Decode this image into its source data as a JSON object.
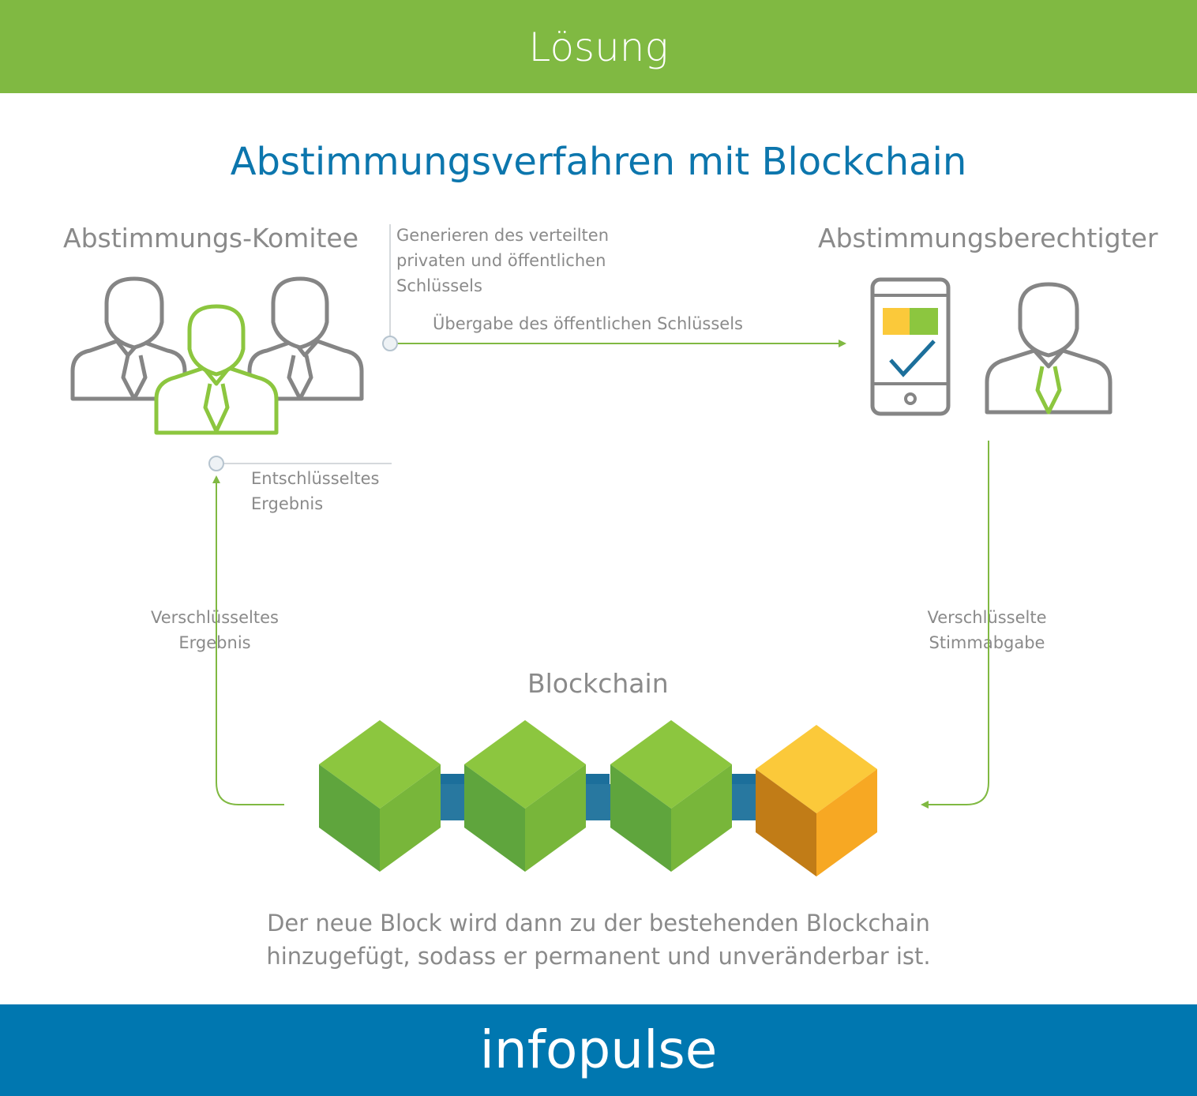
{
  "header": {
    "title": "Lösung"
  },
  "main": {
    "title": "Abstimmungsverfahren mit Blockchain",
    "committee": {
      "heading": "Abstimmungs-Komitee"
    },
    "voter": {
      "heading": "Abstimmungsberechtigter"
    },
    "blockchain": {
      "heading": "Blockchain"
    },
    "labels": {
      "key_generation": [
        "Generieren des verteilten",
        "privaten und öffentlichen",
        "Schlüssels"
      ],
      "public_key_transfer": "Übergabe des öffentlichen Schlüssels",
      "decrypted_result": [
        "Entschlüsseltes",
        "Ergebnis"
      ],
      "encrypted_result": [
        "Verschlüsseltes",
        "Ergebnis"
      ],
      "encrypted_vote": [
        "Verschlüsselte",
        "Stimmabgabe"
      ]
    },
    "caption": [
      "Der neue Block wird dann zu der bestehenden Blockchain",
      "hinzugefügt, sodass er permanent und unveränderbar ist."
    ]
  },
  "footer": {
    "brand": "infopulse"
  },
  "colors": {
    "green": "#80b942",
    "blue": "#0077b0",
    "gray": "#8a8a8a",
    "orange": "#f7a823",
    "yellow": "#fbc93a"
  },
  "icons": [
    "committee-people-icon",
    "smartphone-vote-icon",
    "voter-person-icon",
    "blockchain-blocks-icon"
  ]
}
